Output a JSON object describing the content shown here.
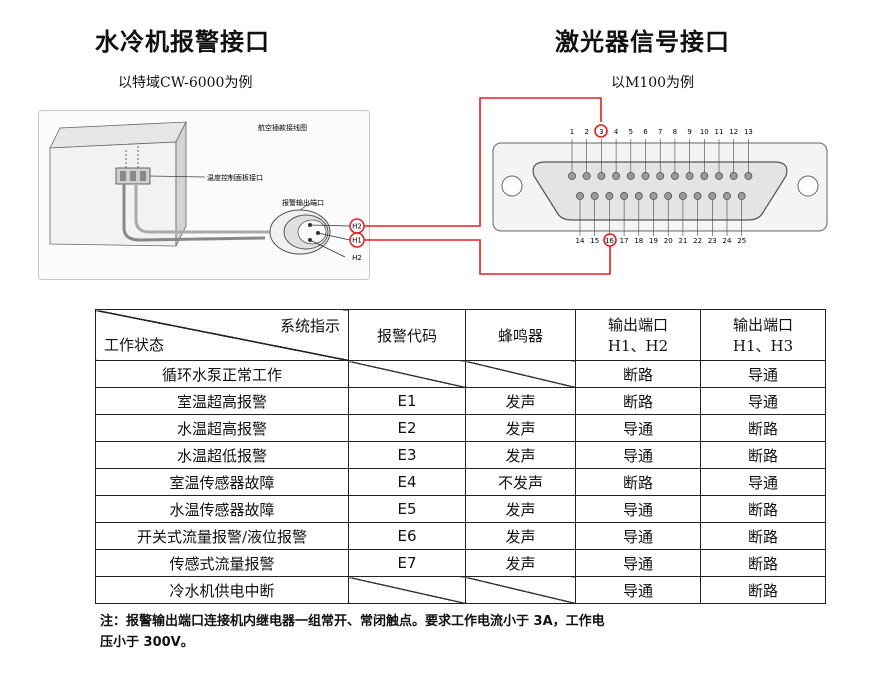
{
  "left_title": "水冷机报警接口",
  "left_subtitle": "以特域CW-6000为例",
  "right_title": "激光器信号接口",
  "right_subtitle": "以M100为例",
  "chiller_diagram": {
    "title": "航空插款接线图",
    "label_panel": "温度控制面板接口",
    "label_alarm": "报警输出端口",
    "terminals": [
      "H2",
      "H1",
      "H2"
    ]
  },
  "db25": {
    "top_pins": [
      "1",
      "2",
      "3",
      "4",
      "5",
      "6",
      "7",
      "8",
      "9",
      "10",
      "11",
      "12",
      "13"
    ],
    "bottom_pins": [
      "14",
      "15",
      "16",
      "17",
      "18",
      "19",
      "20",
      "21",
      "22",
      "23",
      "24",
      "25"
    ],
    "highlighted_pins": [
      "3",
      "16"
    ]
  },
  "table": {
    "header_top": "系统指示",
    "header_left": "工作状态",
    "col_code": "报警代码",
    "col_buzzer": "蜂鸣器",
    "col_out1_line1": "输出端口",
    "col_out1_line2": "H1、H2",
    "col_out2_line1": "输出端口",
    "col_out2_line2": "H1、H3",
    "rows": [
      {
        "state": "循环水泵正常工作",
        "code": "",
        "buzzer": "",
        "h1h2": "断路",
        "h1h3": "导通"
      },
      {
        "state": "室温超高报警",
        "code": "E1",
        "buzzer": "发声",
        "h1h2": "断路",
        "h1h3": "导通"
      },
      {
        "state": "水温超高报警",
        "code": "E2",
        "buzzer": "发声",
        "h1h2": "导通",
        "h1h3": "断路"
      },
      {
        "state": "水温超低报警",
        "code": "E3",
        "buzzer": "发声",
        "h1h2": "导通",
        "h1h3": "断路"
      },
      {
        "state": "室温传感器故障",
        "code": "E4",
        "buzzer": "不发声",
        "h1h2": "断路",
        "h1h3": "导通"
      },
      {
        "state": "水温传感器故障",
        "code": "E5",
        "buzzer": "发声",
        "h1h2": "导通",
        "h1h3": "断路"
      },
      {
        "state": "开关式流量报警/液位报警",
        "code": "E6",
        "buzzer": "发声",
        "h1h2": "导通",
        "h1h3": "断路"
      },
      {
        "state": "传感式流量报警",
        "code": "E7",
        "buzzer": "发声",
        "h1h2": "导通",
        "h1h3": "断路"
      },
      {
        "state": "冷水机供电中断",
        "code": "",
        "buzzer": "",
        "h1h2": "导通",
        "h1h3": "断路"
      }
    ]
  },
  "note_line1": "注：报警输出端口连接机内继电器一组常开、常闭触点。要求工作电流小于 3A，工作电",
  "note_line2": "压小于 300V。",
  "colors": {
    "wire": "#e02020",
    "text": "#111111",
    "border": "#222222"
  }
}
